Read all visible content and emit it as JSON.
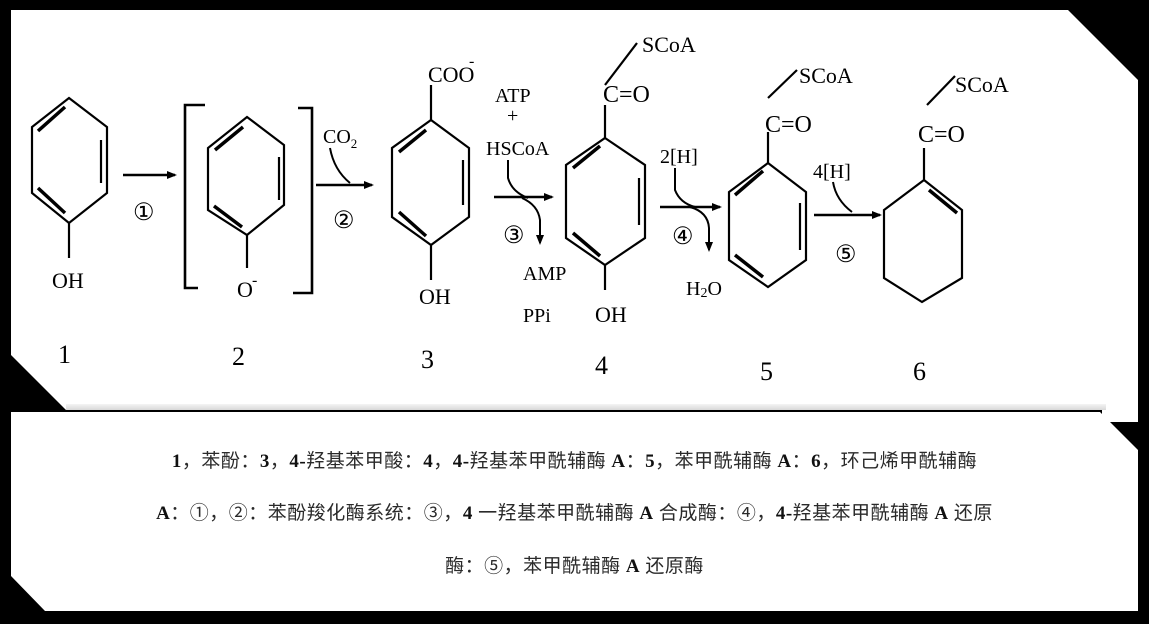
{
  "diagram": {
    "title": "Anaerobic phenol degradation pathway",
    "compounds": [
      {
        "id": "1",
        "label": "1",
        "substituents": {
          "bottom": "OH"
        }
      },
      {
        "id": "2",
        "label": "2",
        "substituents": {
          "bottom": "O⁻"
        },
        "bracketed": true
      },
      {
        "id": "3",
        "label": "3",
        "substituents": {
          "top": "COO⁻",
          "bottom": "OH"
        }
      },
      {
        "id": "4",
        "label": "4",
        "substituents": {
          "top_group": "C=O",
          "top_tail": "SCoA",
          "bottom": "OH"
        }
      },
      {
        "id": "5",
        "label": "5",
        "substituents": {
          "top_group": "C=O",
          "top_tail": "SCoA"
        }
      },
      {
        "id": "6",
        "label": "6",
        "substituents": {
          "top_group": "C=O",
          "top_tail": "SCoA"
        }
      }
    ],
    "steps": [
      {
        "id": "1",
        "marker": "①",
        "inputs": [],
        "outputs": []
      },
      {
        "id": "2",
        "marker": "②",
        "inputs": [
          "CO₂"
        ],
        "outputs": []
      },
      {
        "id": "3",
        "marker": "③",
        "inputs": [
          "ATP",
          "+",
          "HSCoA"
        ],
        "outputs": [
          "AMP",
          "PPi"
        ]
      },
      {
        "id": "4",
        "marker": "④",
        "inputs": [
          "2[H]"
        ],
        "outputs": [
          "H₂O"
        ]
      },
      {
        "id": "5",
        "marker": "⑤",
        "inputs": [
          "4[H]"
        ],
        "outputs": []
      }
    ]
  },
  "labels": {
    "oh": "OH",
    "o_minus": "O",
    "minus": "-",
    "coo": "COO",
    "c": "C",
    "eq_o": "=O",
    "scoa": "SCoA",
    "co2": "CO",
    "co2_sub": "2",
    "atp": "ATP",
    "plus": "+",
    "hscoa": "HSCoA",
    "amp": "AMP",
    "ppi": "PPi",
    "h2": "2[H]",
    "h4": "4[H]",
    "h2o_h": "H",
    "h2o_sub": "2",
    "h2o_o": "O",
    "num1": "1",
    "num2": "2",
    "num3": "3",
    "num4": "4",
    "num5": "5",
    "num6": "6",
    "step1": "①",
    "step2": "②",
    "step3": "③",
    "step4": "④",
    "step5": "⑤"
  },
  "caption": {
    "line1": [
      {
        "t": "1",
        "b": true
      },
      {
        "t": "，苯酚：",
        "b": false
      },
      {
        "t": "3",
        "b": true
      },
      {
        "t": "，",
        "b": false
      },
      {
        "t": "4-",
        "b": true
      },
      {
        "t": "羟基苯甲酸：",
        "b": false
      },
      {
        "t": "4",
        "b": true
      },
      {
        "t": "，",
        "b": false
      },
      {
        "t": "4-",
        "b": true
      },
      {
        "t": "羟基苯甲酰辅酶 ",
        "b": false
      },
      {
        "t": "A",
        "b": true
      },
      {
        "t": "：",
        "b": false
      },
      {
        "t": "5",
        "b": true
      },
      {
        "t": "，苯甲酰辅酶 ",
        "b": false
      },
      {
        "t": "A",
        "b": true
      },
      {
        "t": "：",
        "b": false
      },
      {
        "t": "6",
        "b": true
      },
      {
        "t": "，环己烯甲酰辅酶",
        "b": false
      }
    ],
    "line2": [
      {
        "t": "A",
        "b": true
      },
      {
        "t": "：①，②：苯酚羧化酶系统：③，",
        "b": false
      },
      {
        "t": "4",
        "b": true
      },
      {
        "t": " 一羟基苯甲酰辅酶 ",
        "b": false
      },
      {
        "t": "A",
        "b": true
      },
      {
        "t": " 合成酶：④，",
        "b": false
      },
      {
        "t": "4-",
        "b": true
      },
      {
        "t": "羟基苯甲酰辅酶 ",
        "b": false
      },
      {
        "t": "A",
        "b": true
      },
      {
        "t": " 还原",
        "b": false
      }
    ],
    "line3": [
      {
        "t": "酶：⑤，苯甲酰辅酶 ",
        "b": false
      },
      {
        "t": "A",
        "b": true
      },
      {
        "t": " 还原酶",
        "b": false
      }
    ]
  },
  "colors": {
    "background": "#000000",
    "panel": "#ffffff",
    "ink": "#000000",
    "caption_text": "#2a2a2a"
  }
}
